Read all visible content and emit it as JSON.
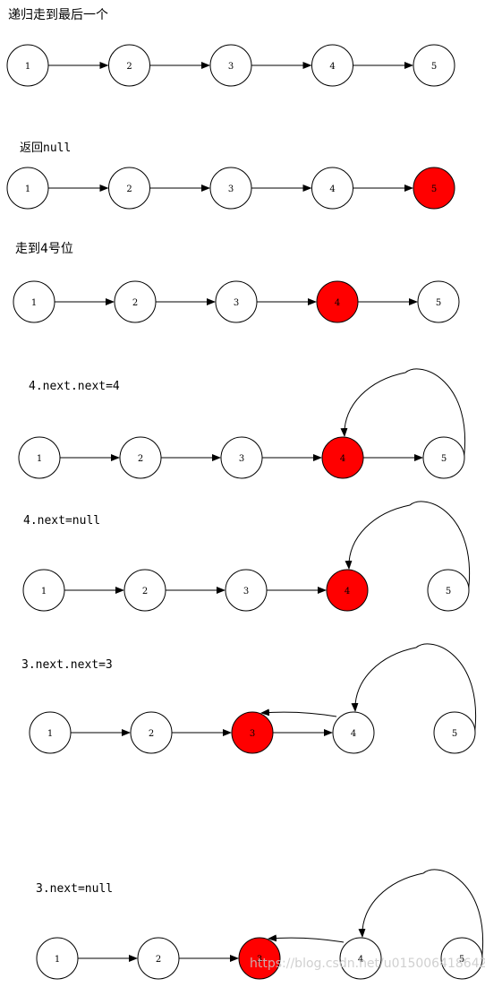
{
  "colors": {
    "highlight": "#ff0000",
    "stroke": "#000000",
    "node_fill": "#ffffff"
  },
  "steps": [
    {
      "label": "递归走到最后一个",
      "nodes": [
        "1",
        "2",
        "3",
        "4",
        "5"
      ],
      "highlight": null
    },
    {
      "label": "返回null",
      "nodes": [
        "1",
        "2",
        "3",
        "4",
        "5"
      ],
      "highlight": "5"
    },
    {
      "label": "走到4号位",
      "nodes": [
        "1",
        "2",
        "3",
        "4",
        "5"
      ],
      "highlight": "4"
    },
    {
      "label": "4.next.next=4",
      "nodes": [
        "1",
        "2",
        "3",
        "4",
        "5"
      ],
      "highlight": "4"
    },
    {
      "label": "4.next=null",
      "nodes": [
        "1",
        "2",
        "3",
        "4",
        "5"
      ],
      "highlight": "4"
    },
    {
      "label": "3.next.next=3",
      "nodes": [
        "1",
        "2",
        "3",
        "4",
        "5"
      ],
      "highlight": "3"
    },
    {
      "label": "3.next=null",
      "nodes": [
        "1",
        "2",
        "3",
        "4",
        "5"
      ],
      "highlight": "3"
    }
  ],
  "watermark": "https://blog.csdn.net/u015006418642"
}
